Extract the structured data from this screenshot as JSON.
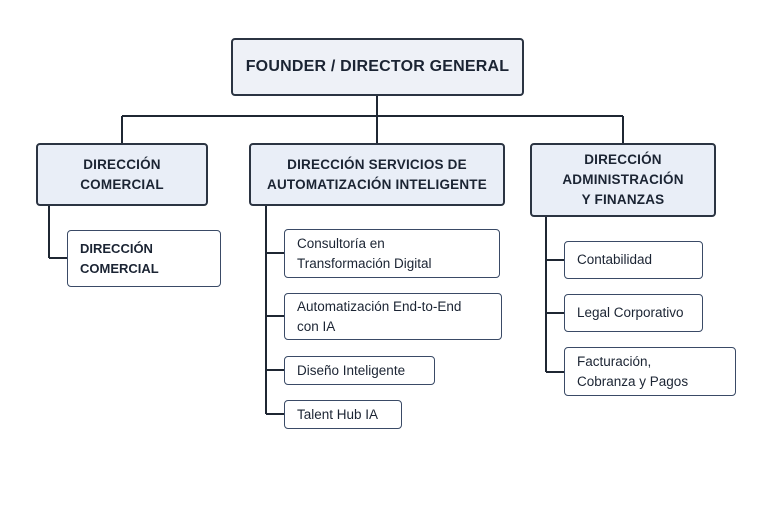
{
  "top": {
    "label": "FOUNDER / DIRECTOR GENERAL"
  },
  "directions": [
    {
      "label": "DIRECCIÓN\nCOMERCIAL",
      "children": [
        "DIRECCIÓN\nCOMERCIAL"
      ]
    },
    {
      "label": "DIRECCIÓN SERVICIOS DE\nAUTOMATIZACIÓN INTELIGENTE",
      "children": [
        "Consultoría en\nTransformación Digital",
        "Automatización End-to-End\ncon IA",
        "Diseño Inteligente",
        "Talent Hub IA"
      ]
    },
    {
      "label": "DIRECCIÓN\nADMINISTRACIÓN\nY FINANZAS",
      "children": [
        "Contabilidad",
        "Legal Corporativo",
        "Facturación,\nCobranza y Pagos"
      ]
    }
  ],
  "colors": {
    "line": "#1f2733",
    "box_border": "#2b3442",
    "direction_fill": "#e9eef7",
    "sub_border": "#3a4a66"
  }
}
